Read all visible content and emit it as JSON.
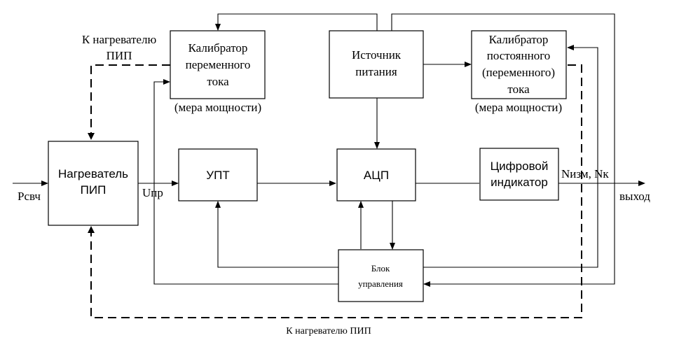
{
  "blocks": {
    "heater": [
      "Нагреватель",
      "ПИП"
    ],
    "calibrator_ac": [
      "Калибратор",
      "переменного",
      "тока"
    ],
    "calibrator_ac_note": "(мера мощности)",
    "power_source": [
      "Источник",
      "питания"
    ],
    "calibrator_dc": [
      "Калибратор",
      "постоянного",
      "(переменного)",
      "тока"
    ],
    "calibrator_dc_note": "(мера мощности)",
    "upt": "УПТ",
    "adc": "АЦП",
    "indicator": [
      "Цифровой",
      "индикатор"
    ],
    "control": [
      "Блок",
      "управления"
    ]
  },
  "labels": {
    "to_heater_top": [
      "К нагревателю",
      "ПИП"
    ],
    "to_heater_bottom": "К нагревателю ПИП",
    "input": "Pсвч",
    "u_pr": "Uпр",
    "n_values": "Nизм, Nк",
    "output": "выход"
  }
}
